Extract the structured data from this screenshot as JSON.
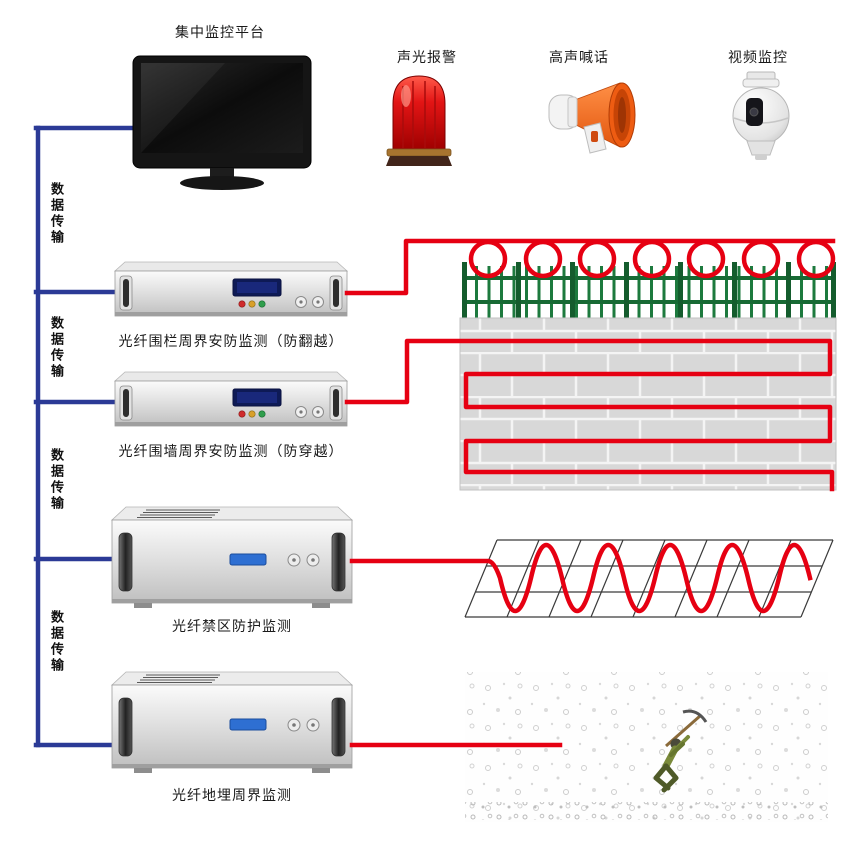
{
  "labels": {
    "platform": "集中监控平台",
    "alarm": "声光报警",
    "speaker": "高声喊话",
    "camera": "视频监控"
  },
  "data_transfer_labels": [
    "数据传输",
    "数据传输",
    "数据传输",
    "数据传输"
  ],
  "devices": [
    {
      "label": "光纤围栏周界安防监测（防翻越）"
    },
    {
      "label": "光纤围墙周界安防监测（防穿越）"
    },
    {
      "label": "光纤禁区防护监测"
    },
    {
      "label": "光纤地埋周界监测"
    }
  ],
  "colors": {
    "line_blue": "#2b3a96",
    "line_red": "#e60012",
    "fence_green": "#1d7a3e",
    "wall_gray": "#d8d8d8"
  }
}
